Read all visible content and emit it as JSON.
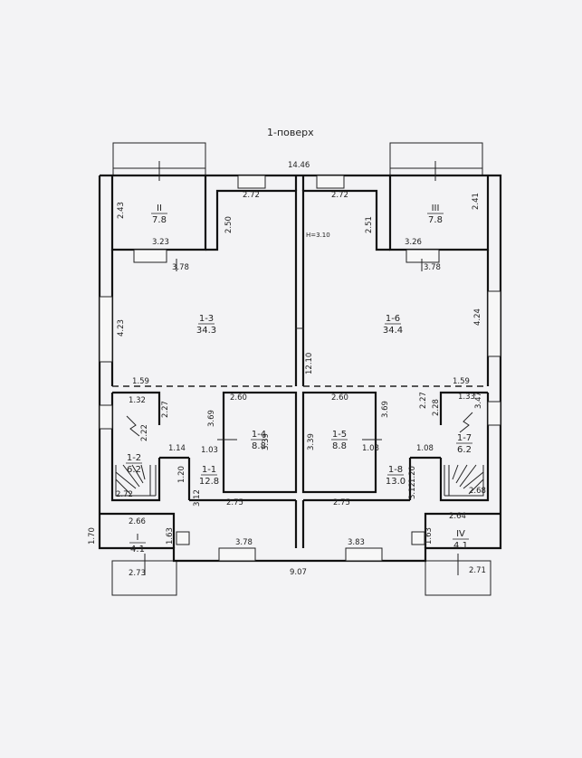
{
  "floor_title": "1-поверх",
  "dimensions": {
    "overall_top": "14.46",
    "overall_bottom": "9.07",
    "ceiling_height": "H=3.10",
    "values": [
      "2.72",
      "2.72",
      "2.43",
      "3.23",
      "3.78",
      "2.50",
      "2.51",
      "3.26",
      "3.78",
      "2.41",
      "4.23",
      "4.24",
      "1.59",
      "1.59",
      "12.10",
      "1.32",
      "2.27",
      "2.60",
      "3.69",
      "2.60",
      "3.69",
      "2.28",
      "1.33",
      "3.47",
      "2.22",
      "1.14",
      "1.03",
      "3.39",
      "3.39",
      "1.08",
      "1.08",
      "2.27",
      "1.20",
      "1.20",
      "2.72",
      "3.12",
      "2.75",
      "2.75",
      "3.12",
      "2.68",
      "2.66",
      "1.63",
      "3.78",
      "3.83",
      "1.63",
      "2.64",
      "1.70",
      "2.73",
      "2.71"
    ]
  },
  "rooms": [
    {
      "id": "II",
      "area": "7.8"
    },
    {
      "id": "III",
      "area": "7.8"
    },
    {
      "id": "1-3",
      "area": "34.3"
    },
    {
      "id": "1-6",
      "area": "34.4"
    },
    {
      "id": "1-4",
      "area": "8.8"
    },
    {
      "id": "1-5",
      "area": "8.8"
    },
    {
      "id": "1-2",
      "area": "6.2"
    },
    {
      "id": "1-7",
      "area": "6.2"
    },
    {
      "id": "1-1",
      "area": "12.8"
    },
    {
      "id": "1-8",
      "area": "13.0"
    },
    {
      "id": "I",
      "area": "4.1"
    },
    {
      "id": "IV",
      "area": "4.1"
    }
  ]
}
